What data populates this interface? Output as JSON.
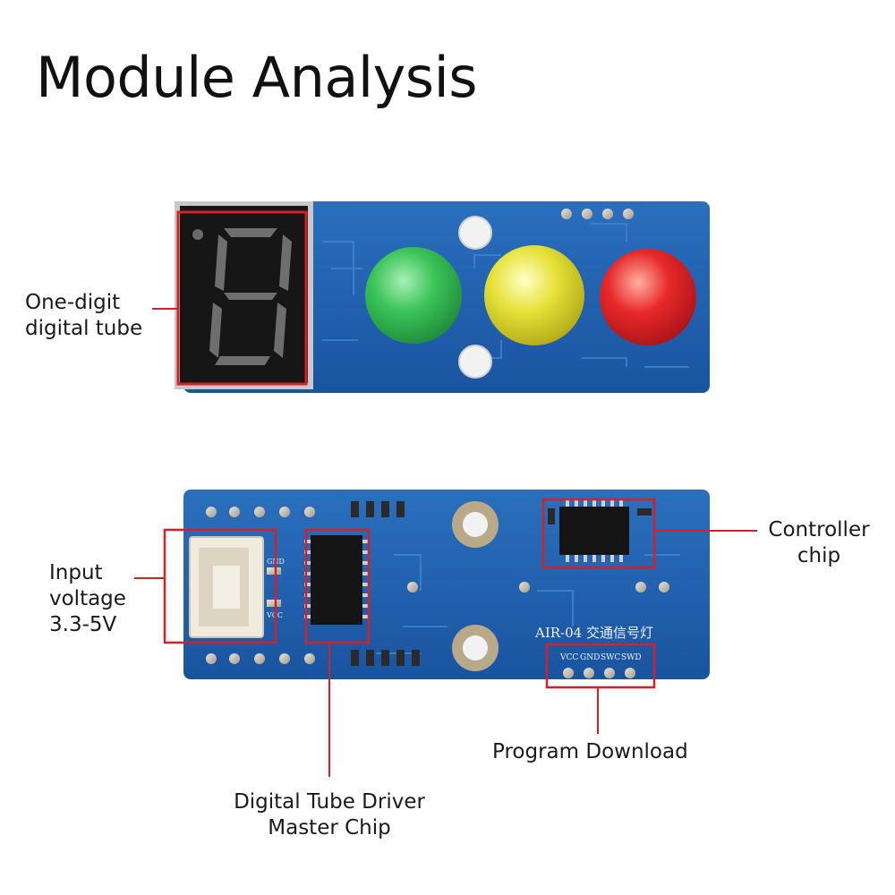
{
  "title": "Module Analysis",
  "labels": {
    "digital_tube": [
      "One-digit",
      "digital tube"
    ],
    "input_voltage": [
      "Input",
      "voltage",
      "3.3-5V"
    ],
    "controller_chip": [
      "Controller",
      "chip"
    ],
    "program_download": "Program Download",
    "tube_driver": [
      "Digital Tube Driver",
      "Master Chip"
    ]
  },
  "board": {
    "model_label": "AIR-04 交通信号灯",
    "pins": [
      "VCC",
      "GND",
      "SWC",
      "SWD"
    ],
    "connector_pins": [
      "GND",
      "VCC"
    ]
  },
  "colors": {
    "pcb": "#1f5fa8",
    "callout": "#d42027",
    "led_green": "#3cc45a",
    "led_yellow": "#e7e23a",
    "led_red": "#e8282a"
  }
}
